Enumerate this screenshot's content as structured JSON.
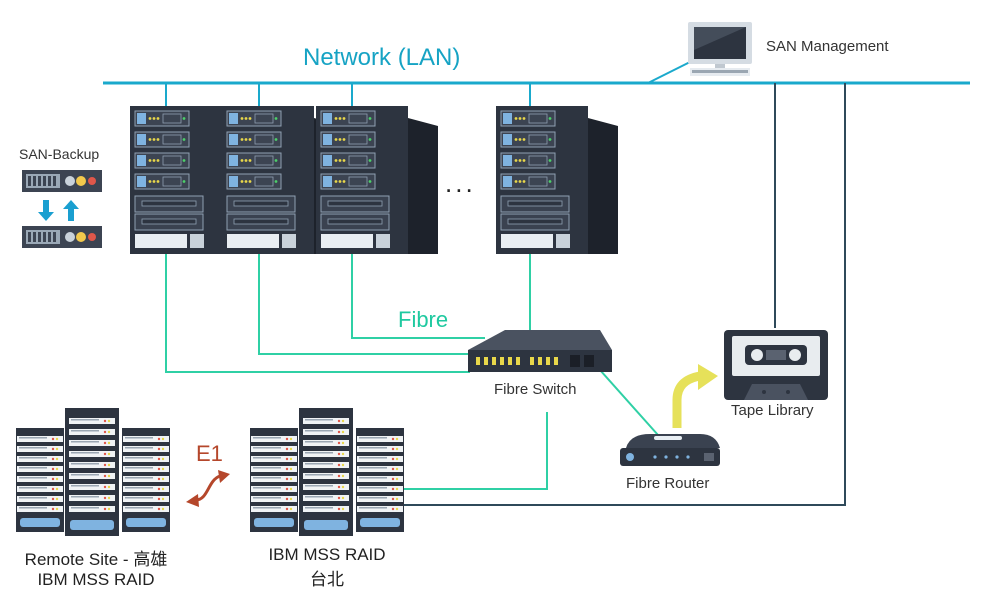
{
  "labels": {
    "network": "Network (LAN)",
    "san_management": "SAN  Management",
    "san_backup": "SAN-Backup",
    "ellipsis": "...",
    "fibre": "Fibre",
    "fibre_switch": "Fibre  Switch",
    "tape_library": "Tape Library",
    "fibre_router": "Fibre  Router",
    "e1": "E1",
    "remote_site_line1": "Remote Site - 高雄",
    "remote_site_line2": "IBM MSS RAID",
    "local_site_line1": "IBM MSS RAID",
    "local_site_line2": "台北"
  },
  "colors": {
    "lan": "#1aa9cc",
    "fibre": "#2fd0a5",
    "dark_line": "#2f4a5a",
    "server_body": "#2d3440",
    "server_side": "#1e232c",
    "e1": "#b5472b",
    "arrow_yellow": "#e6e15a",
    "arrow_blue": "#1a9fd0"
  },
  "icons": {
    "monitor": "monitor-icon",
    "server": "rack-server-icon",
    "switch": "fibre-switch-icon",
    "router": "fibre-router-icon",
    "tape": "tape-cassette-icon",
    "raid": "raid-storage-icon"
  }
}
